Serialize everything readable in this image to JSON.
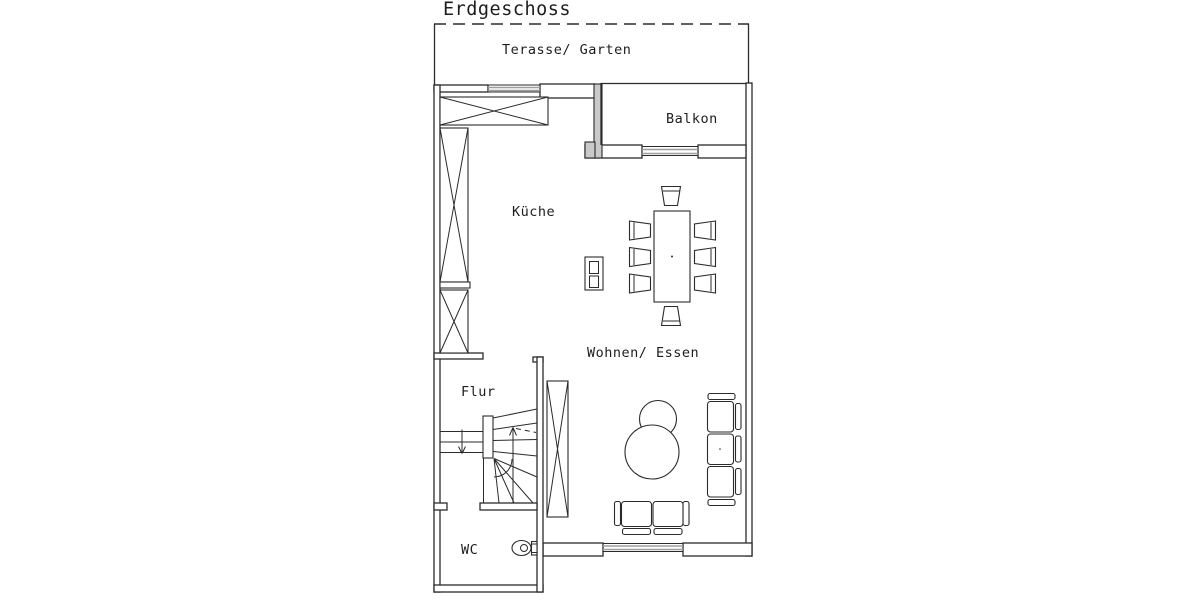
{
  "labels": {
    "title": "Erdgeschoss",
    "terrace": "Terasse/ Garten",
    "balcony": "Balkon",
    "kitchen": "Küche",
    "living": "Wohnen/ Essen",
    "hallway": "Flur",
    "wc": "WC"
  },
  "colors": {
    "line": "#2b2b2b",
    "window": "#9e9e9e",
    "shaded_wall": "#c9c9c9",
    "background": "#ffffff"
  }
}
